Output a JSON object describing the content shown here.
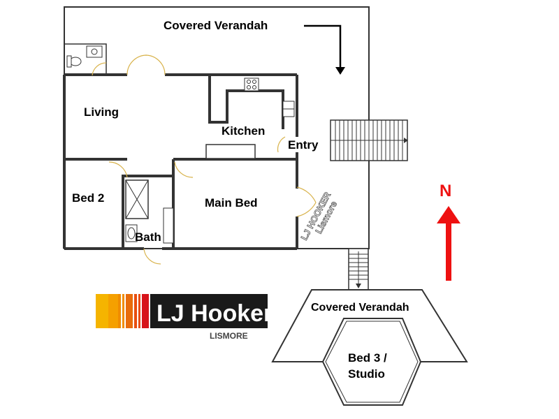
{
  "rooms": {
    "covered_verandah_top": "Covered Verandah",
    "living": "Living",
    "kitchen": "Kitchen",
    "entry": "Entry",
    "bed2": "Bed 2",
    "main_bed": "Main Bed",
    "bath": "Bath",
    "covered_verandah_bottom": "Covered Verandah",
    "bed3_line1": "Bed 3 /",
    "bed3_line2": "Studio"
  },
  "compass": {
    "label": "N",
    "color": "#ee1111"
  },
  "watermark": {
    "line1": "LJ HOOKER",
    "line2": "Lismore"
  },
  "logo": {
    "brand": "LJ Hooker",
    "office": "LISMORE",
    "colors": [
      "#f5b400",
      "#f08c00",
      "#e84e0f",
      "#d7141a"
    ]
  },
  "icons": [
    "north-arrow-icon",
    "toilet-icon",
    "stove-icon",
    "sink-icon",
    "shower-icon",
    "bath-tub-icon",
    "stairs-icon"
  ]
}
